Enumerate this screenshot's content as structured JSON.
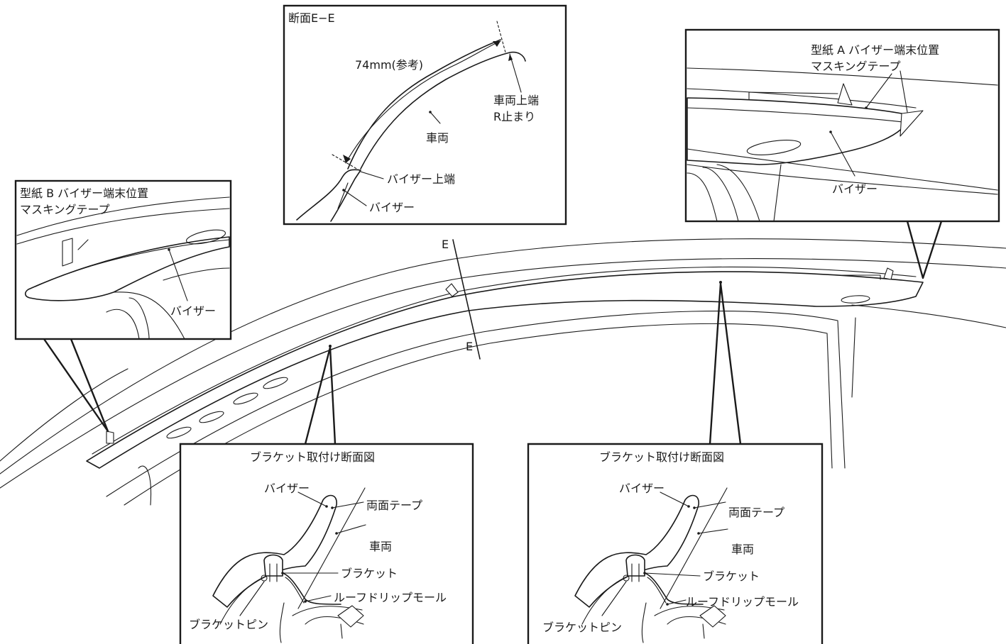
{
  "section_ee": {
    "title": "断面E−E",
    "dimension": "74mm(参考)",
    "vehicle": "車両",
    "vehicle_top_1": "車両上端",
    "vehicle_top_2": "R止まり",
    "visor_top": "バイザー上端",
    "visor": "バイザー"
  },
  "detail_a": {
    "line1": "型紙 A バイザー端末位置",
    "line2": "マスキングテープ",
    "visor": "バイザー"
  },
  "detail_b": {
    "line1": "型紙 B バイザー端末位置",
    "line2": "マスキングテープ",
    "visor": "バイザー"
  },
  "cut_marks": {
    "upper": "E",
    "lower": "E"
  },
  "bracket_left": {
    "title": "ブラケット取付け断面図",
    "visor": "バイザー",
    "tape": "両面テープ",
    "vehicle": "車両",
    "bracket": "ブラケット",
    "roof_drip": "ルーフドリップモール",
    "pin": "ブラケットピン"
  },
  "bracket_right": {
    "title": "ブラケット取付け断面図",
    "visor": "バイザー",
    "tape": "両面テープ",
    "vehicle": "車両",
    "bracket": "ブラケット",
    "roof_drip": "ルーフドリップモール",
    "pin": "ブラケットピン"
  }
}
